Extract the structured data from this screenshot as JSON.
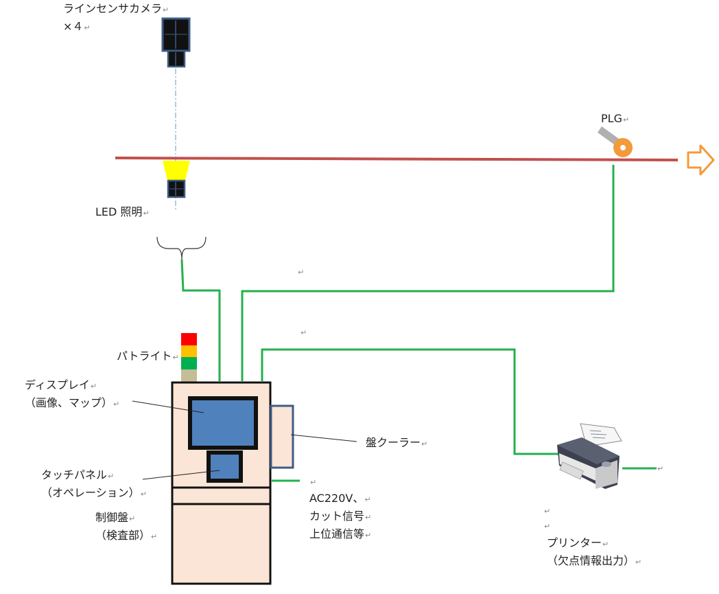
{
  "labels": {
    "camera_l1": "ラインセンサカメラ",
    "camera_l2": "×４",
    "led": "LED 照明",
    "plg": "PLG",
    "patlite": "パトライト",
    "display_l1": "ディスプレイ",
    "display_l2": "（画像、マップ）",
    "touch_l1": "タッチパネル",
    "touch_l2": "（オペレーション）",
    "control_l1": "制御盤",
    "control_l2": "（検査部）",
    "cooler": "盤クーラー",
    "power_l1": "AC220V、",
    "power_l2": "カット信号",
    "power_l3": "上位通信等",
    "printer_l1": "プリンター",
    "printer_l2": "（欠点情報出力）"
  },
  "paragraph_mark": "↵",
  "colors": {
    "conveyor": "#c0504d",
    "signal_line": "#22b14c",
    "camera_body": "#111111",
    "camera_border": "#3e5c86",
    "led_light": "#ffff00",
    "plg_wheel": "#f39a3b",
    "plg_arm": "#b0b0b0",
    "arrow": "#f39a3b",
    "cabinet_fill": "#fbe5d6",
    "screen_fill": "#4f81bd",
    "patlite_red": "#ff0000",
    "patlite_amber": "#ffc000",
    "patlite_green": "#00b050",
    "patlite_base": "#c4bd97"
  },
  "icons": [
    "line-sensor-camera-icon",
    "led-light-icon",
    "plg-encoder-icon",
    "direction-arrow-icon",
    "patlite-icon",
    "control-cabinet-icon",
    "printer-icon"
  ]
}
